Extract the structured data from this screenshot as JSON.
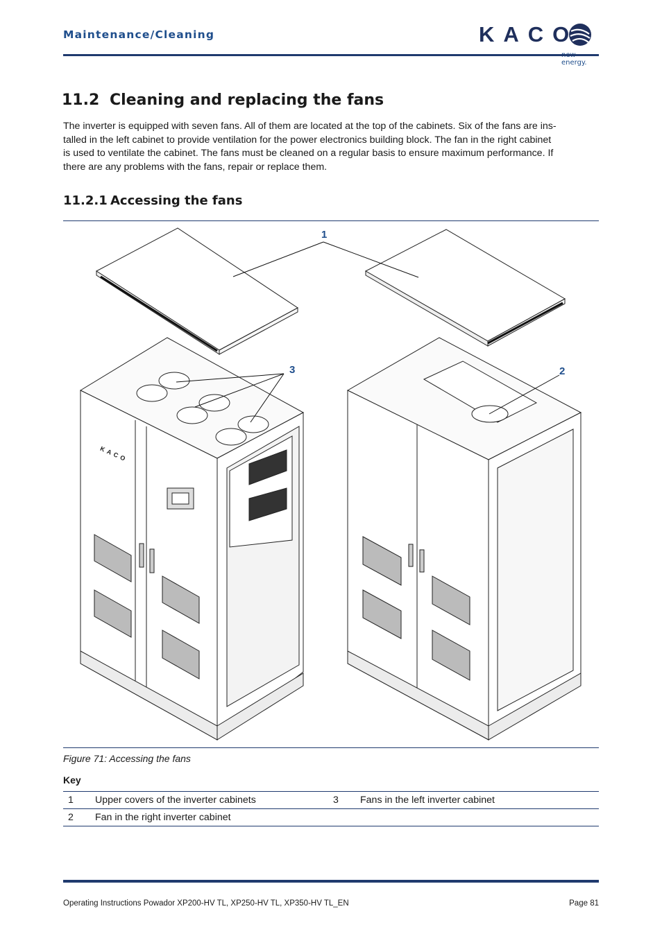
{
  "header": {
    "section": "Maintenance/Cleaning",
    "logo_text": "KACO",
    "logo_tagline": "new energy."
  },
  "section": {
    "number": "11.2",
    "title": "Cleaning and replacing the fans",
    "paragraph_lines": [
      "The inverter is equipped with seven fans. All of them are located at the top of the cabinets. Six of the fans are ins-",
      "talled in the left cabinet to provide ventilation for the power electronics building block. The fan in the right cabinet",
      "is used to ventilate the cabinet. The fans must be cleaned on a regular basis to ensure maximum performance. If",
      "there are any problems with the fans, repair or replace them."
    ]
  },
  "subsection": {
    "number": "11.2.1",
    "title": "Accessing the fans"
  },
  "figure": {
    "callouts": [
      "1",
      "2",
      "3"
    ],
    "cabinet_logo": "KACO",
    "caption": "Figure 71:  Accessing the fans"
  },
  "key": {
    "label": "Key",
    "rows": [
      [
        {
          "n": "1",
          "t": "Upper covers of the inverter cabinets"
        },
        {
          "n": "3",
          "t": "Fans in the left inverter cabinet"
        }
      ],
      [
        {
          "n": "2",
          "t": "Fan in the right inverter cabinet"
        },
        {
          "n": "",
          "t": ""
        }
      ]
    ]
  },
  "footer": {
    "document": "Operating Instructions Powador XP200-HV TL, XP250-HV TL, XP350-HV TL_EN",
    "page": "Page 81"
  }
}
